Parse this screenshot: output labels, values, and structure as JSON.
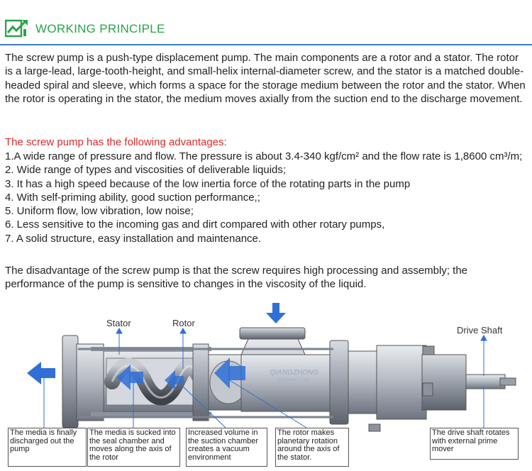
{
  "header": {
    "title": "WORKING PRINCIPLE",
    "logo_icon": "chart-growth-icon",
    "accent": "#2aa34a",
    "rule_color": "#3a7ec7"
  },
  "intro": "The screw pump is a push-type displacement pump. The main components are a rotor and a stator. The rotor is a large-lead, large-tooth-height, and small-helix internal-diameter screw, and the stator is a matched double-headed spiral and sleeve, which forms a space for the storage medium between the rotor and the stator. When the rotor is operating in the stator, the medium moves axially from the suction end to the discharge movement.",
  "advantages": {
    "heading": "The screw pump has the following advantages:",
    "heading_color": "#d62b2b",
    "items": [
      "1.A wide range of pressure and flow. The pressure is about 3.4-340 kgf/cm² and the flow rate is 1,8600 cm³/m;",
      "2. Wide range of types and viscosities of deliverable liquids;",
      "3. It has a high speed because of the low inertia force of the rotating parts in the pump",
      "4. With self-priming ability, good suction performance,;",
      "5. Uniform flow, low vibration, low noise;",
      "6. Less sensitive to the incoming gas and dirt compared with other rotary pumps,",
      "7. A solid structure, easy installation and maintenance."
    ]
  },
  "disadvantage": "The disadvantage of the screw pump is that the screw requires high processing and assembly; the performance of the pump is sensitive to changes in the viscosity of the liquid.",
  "diagram": {
    "labels": {
      "stator": "Stator",
      "rotor": "Rotor",
      "drive_shaft": "Drive Shaft"
    },
    "watermark": {
      "brand": "QIANGZHONG",
      "sub": "MACHINERY TECH"
    },
    "arrow_color": "#2f6fd6",
    "captions": [
      "The media is finally discharged out the pump",
      "The media is sucked into the seal chamber and moves along the axis of the rotor",
      "Increased volume in the suction chamber creates a vacuum environment",
      "The rotor makes planetary rotation around the axis of the stator.",
      "The drive shaft rotates with external prime mover"
    ]
  }
}
